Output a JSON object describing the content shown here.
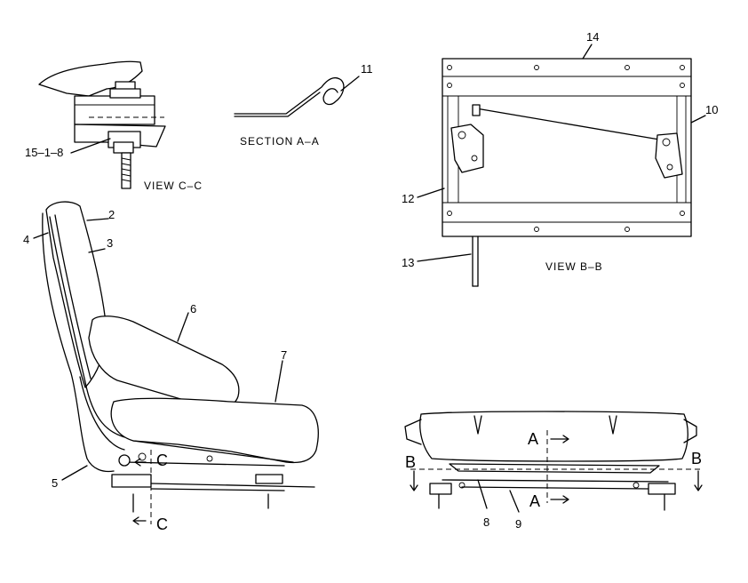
{
  "views": {
    "view_cc": "VIEW C–C",
    "section_aa": "SECTION A–A",
    "view_bb": "VIEW B–B"
  },
  "callouts": {
    "c15_1_8": "15–1–8",
    "c11": "11",
    "c14": "14",
    "c10": "10",
    "c12": "12",
    "c13": "13",
    "c2": "2",
    "c3": "3",
    "c4": "4",
    "c6": "6",
    "c7": "7",
    "c5": "5",
    "c8": "8",
    "c9": "9"
  },
  "section_markers": {
    "c_upper": "C",
    "c_lower": "C",
    "a_upper": "A",
    "a_lower": "A",
    "b_left": "B",
    "b_right": "B"
  }
}
